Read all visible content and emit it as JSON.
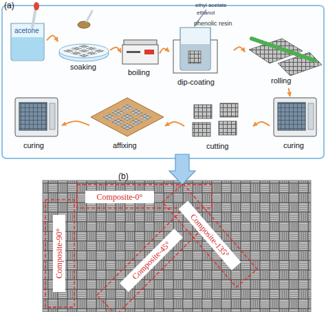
{
  "diagram": {
    "nodes": [
      {
        "text": [
          "acetone"
        ]
      },
      {
        "text": [
          "soaking"
        ]
      },
      {
        "text": [
          "boiling"
        ]
      },
      {
        "text": [
          "ethyl acetate",
          "ethanol",
          "phenolic resin",
          "dip-coating"
        ]
      },
      {
        "text": [
          "rolling"
        ]
      },
      {
        "text": [
          "curing"
        ]
      },
      {
        "text": [
          "affixing"
        ]
      },
      {
        "text": [
          "cutting"
        ]
      },
      {
        "text": [
          "curing"
        ]
      },
      {
        "text": [
          "Composite-0°"
        ]
      },
      {
        "text": [
          "Composite-135°"
        ]
      },
      {
        "text": [
          "Composite-90°"
        ]
      },
      {
        "text": [
          "Composite-45°"
        ]
      }
    ],
    "edges": [
      {
        "from": 0,
        "to": 1,
        "arrow": "to"
      },
      {
        "from": 1,
        "to": 2,
        "arrow": "to"
      },
      {
        "from": 2,
        "to": 3,
        "arrow": "to"
      },
      {
        "from": 3,
        "to": 4,
        "arrow": "to"
      },
      {
        "from": 4,
        "to": 8,
        "arrow": "to"
      },
      {
        "from": 8,
        "to": 7,
        "arrow": "to"
      },
      {
        "from": 7,
        "to": 6,
        "arrow": "to"
      },
      {
        "from": 6,
        "to": 5,
        "arrow": "to"
      }
    ],
    "labels": [
      "(a)",
      "(b)"
    ]
  }
}
